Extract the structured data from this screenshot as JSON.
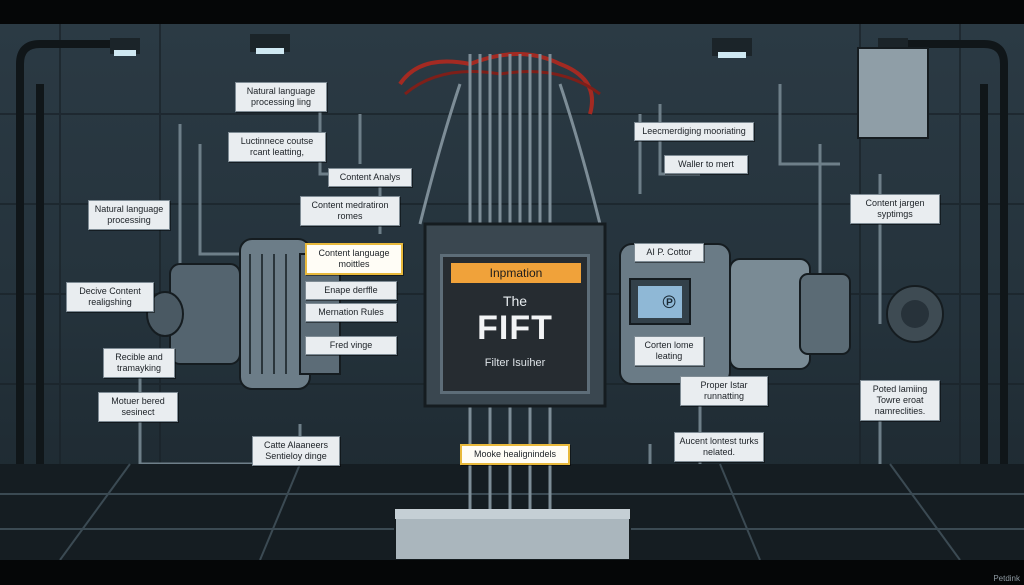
{
  "screen": {
    "header": "Inpmation",
    "line1": "The",
    "title": "FIFT",
    "subtitle": "Filter Isuiher"
  },
  "labels": {
    "nlp_top": "Natural language processing ling",
    "luctinnece": "Luctinnece coutse rcant leatting,",
    "content_analys": "Content Analys",
    "content_moderation": "Content medratiron romes",
    "nlp_left": "Natural language processing",
    "content_language": "Content language moittles",
    "enape": "Enape derffle",
    "mernation_rules": "Mernation Rules",
    "decive_content": "Decive Content realigshing",
    "recible": "Recible and tramayking",
    "motuer": "Motuer bered sesinect",
    "fred": "Fred vinge",
    "catte": "Catte Alaaneers Sentieloy dinge",
    "mooke": "Mooke healignindels",
    "leecmerdiging": "Leecmerdiging mooriating",
    "waller": "Waller to mert",
    "al_cottor": "AI P. Cottor",
    "content_jargen": "Content jargen syptimgs",
    "corten_lome": "Corten lome leating",
    "proper": "Proper Istar runnatting",
    "poted": "Poted lamiing Towre eroat namreclities.",
    "aucent": "Aucent lontest turks nelated."
  },
  "icons": {
    "panel": "pinterest-like-p-icon"
  },
  "watermark": "Petdink",
  "colors": {
    "accent": "#f0a23a",
    "panel_blue": "#8fb8d6"
  }
}
